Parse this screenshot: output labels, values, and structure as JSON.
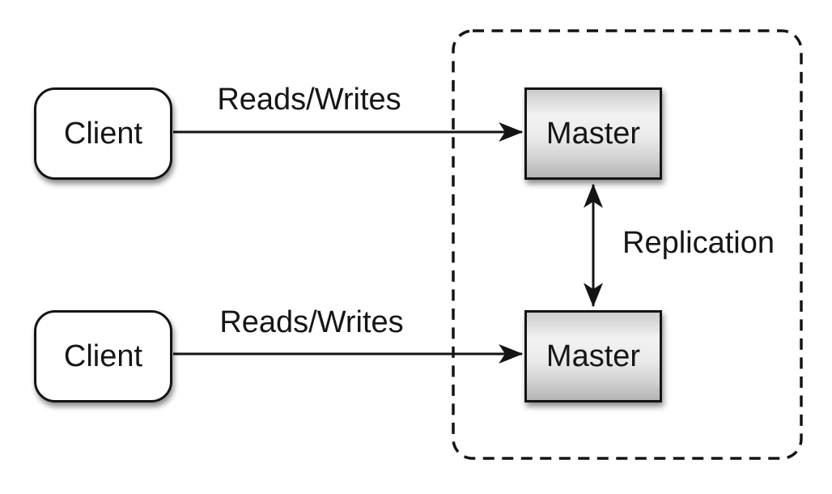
{
  "diagram": {
    "type": "architecture-diagram",
    "topic": "master-master-replication",
    "nodes": {
      "client_top": {
        "label": "Client",
        "shape": "rounded-rectangle",
        "fill": "#ffffff"
      },
      "client_bottom": {
        "label": "Client",
        "shape": "rounded-rectangle",
        "fill": "#ffffff"
      },
      "master_top": {
        "label": "Master",
        "shape": "rectangle",
        "fill": "gray-gradient"
      },
      "master_bottom": {
        "label": "Master",
        "shape": "rectangle",
        "fill": "gray-gradient"
      }
    },
    "edges": {
      "reads_writes_top": {
        "label": "Reads/Writes",
        "from": "client_top",
        "to": "master_top",
        "direction": "one-way"
      },
      "reads_writes_bottom": {
        "label": "Reads/Writes",
        "from": "client_bottom",
        "to": "master_bottom",
        "direction": "one-way"
      },
      "replication": {
        "label": "Replication",
        "from": "master_top",
        "to": "master_bottom",
        "direction": "two-way"
      }
    },
    "boundary": {
      "style": "dashed-rounded-rectangle",
      "contains": [
        "master_top",
        "master_bottom"
      ]
    },
    "colors": {
      "background": "#ffffff",
      "stroke": "#141414",
      "text": "#161616",
      "master_gradient_top": "#cccccc",
      "master_gradient_mid": "#f2f2f2",
      "master_gradient_bottom": "#b4b4b4"
    }
  }
}
